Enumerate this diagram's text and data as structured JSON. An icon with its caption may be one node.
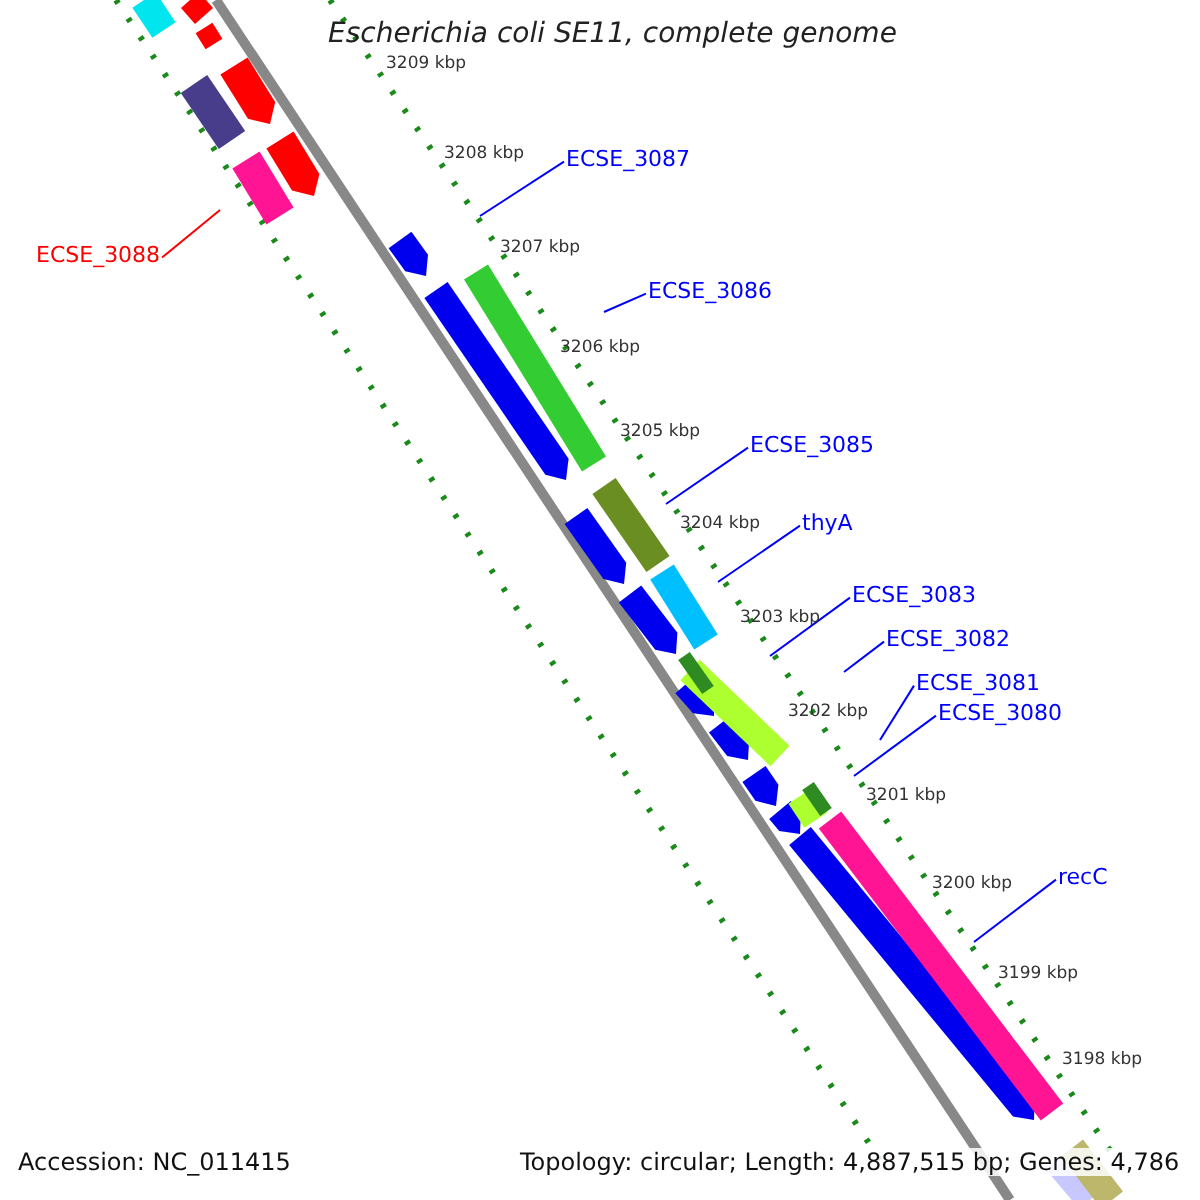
{
  "diagram": {
    "title": "Escherichia coli SE11, complete genome",
    "nodes": [
      {
        "text": [
          "ECSE_3087"
        ]
      },
      {
        "text": [
          "ECSE_3088"
        ]
      },
      {
        "text": [
          "ECSE_3086"
        ]
      },
      {
        "text": [
          "ECSE_3085"
        ]
      },
      {
        "text": [
          "thyA"
        ]
      },
      {
        "text": [
          "ECSE_3083"
        ]
      },
      {
        "text": [
          "ECSE_3082"
        ]
      },
      {
        "text": [
          "ECSE_3081"
        ]
      },
      {
        "text": [
          "ECSE_3080"
        ]
      },
      {
        "text": [
          "recC"
        ]
      }
    ],
    "edges": [
      {
        "from": 0,
        "to": null,
        "arrow": "none"
      },
      {
        "from": 1,
        "to": null,
        "arrow": "none",
        "color": "#ff0000"
      },
      {
        "from": 2,
        "to": null,
        "arrow": "none"
      },
      {
        "from": 3,
        "to": null,
        "arrow": "none"
      },
      {
        "from": 4,
        "to": null,
        "arrow": "none"
      },
      {
        "from": 5,
        "to": null,
        "arrow": "none"
      },
      {
        "from": 6,
        "to": null,
        "arrow": "none"
      },
      {
        "from": 7,
        "to": null,
        "arrow": "none"
      },
      {
        "from": 8,
        "to": null,
        "arrow": "none"
      },
      {
        "from": 9,
        "to": null,
        "arrow": "none"
      }
    ],
    "labels": [
      "3209 kbp",
      "3208 kbp",
      "3207 kbp",
      "3206 kbp",
      "3205 kbp",
      "3204 kbp",
      "3203 kbp",
      "3202 kbp",
      "3201 kbp",
      "3200 kbp",
      "3199 kbp",
      "3198 kbp",
      "Accession: NC_011415",
      "Topology: circular; Length: 4,887,515 bp; Genes: 4,786"
    ]
  }
}
